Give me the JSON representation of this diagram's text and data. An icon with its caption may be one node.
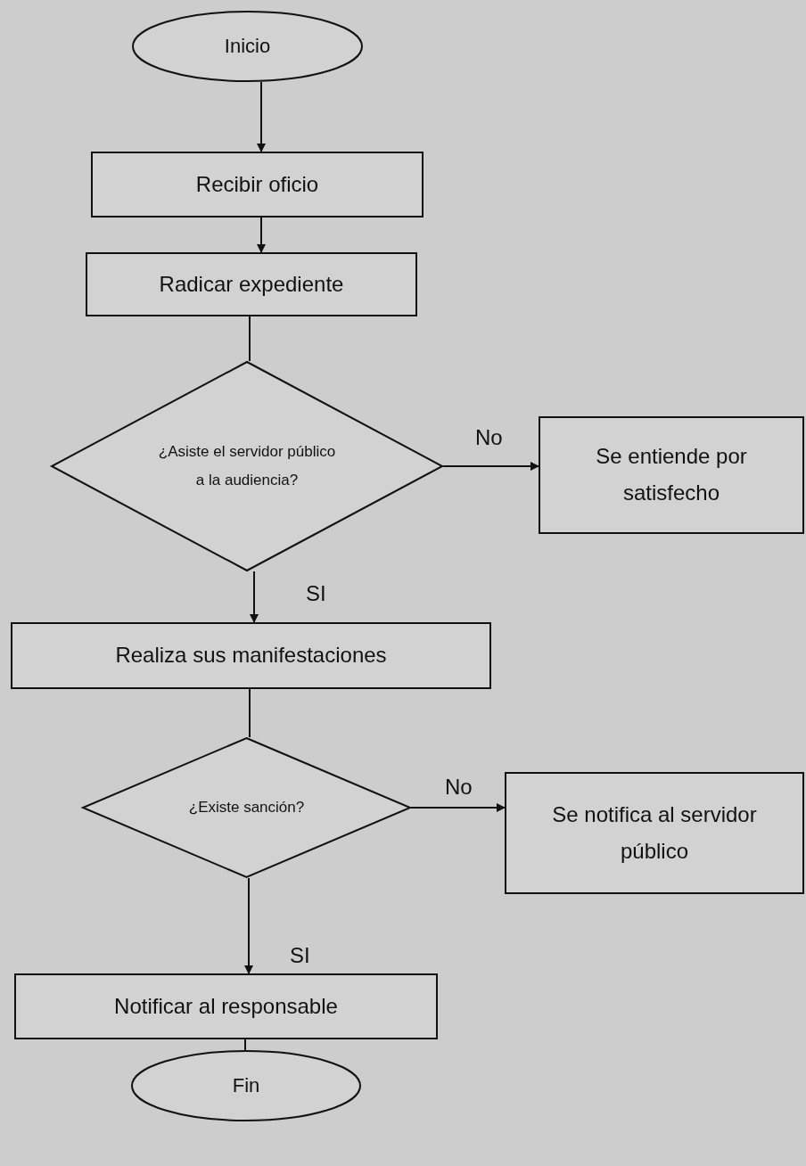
{
  "diagram": {
    "nodes": [
      {
        "text": [
          "Inicio"
        ]
      },
      {
        "text": [
          "Recibir oficio"
        ]
      },
      {
        "text": [
          "Radicar expediente"
        ]
      },
      {
        "text": [
          "¿Asiste el servidor público a la audiencia?"
        ]
      },
      {
        "text": [
          "Se entiende por satisfecho"
        ]
      },
      {
        "text": [
          "Realiza sus manifestaciones"
        ]
      },
      {
        "text": [
          "¿Existe sanción?"
        ]
      },
      {
        "text": [
          "Se notifica al servidor público"
        ]
      },
      {
        "text": [
          "Notificar al responsable"
        ]
      },
      {
        "text": [
          "Fin"
        ]
      }
    ],
    "edges": [
      {
        "from": 0,
        "to": 1,
        "arrow": "to"
      },
      {
        "from": 1,
        "to": 2,
        "arrow": "to"
      },
      {
        "from": 2,
        "to": 3,
        "arrow": "none"
      },
      {
        "from": 3,
        "to": 4,
        "arrow": "to",
        "label": "No"
      },
      {
        "from": 3,
        "to": 5,
        "arrow": "to",
        "label": "SI"
      },
      {
        "from": 5,
        "to": 6,
        "arrow": "none"
      },
      {
        "from": 6,
        "to": 7,
        "arrow": "to",
        "label": "No"
      },
      {
        "from": 6,
        "to": 8,
        "arrow": "to",
        "label": "SI"
      },
      {
        "from": 8,
        "to": 9,
        "arrow": "none"
      }
    ]
  }
}
